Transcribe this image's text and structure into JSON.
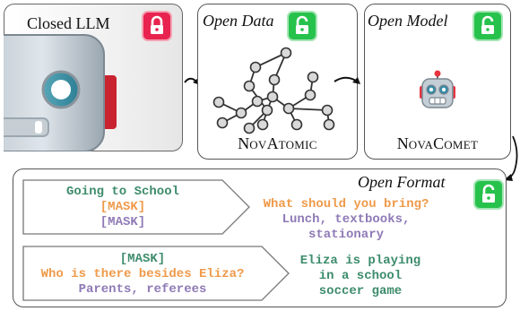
{
  "panels": {
    "closed_llm": {
      "title": "Closed LLM"
    },
    "open_data": {
      "title": "Open Data",
      "name_first": "N",
      "name_mid": "OV",
      "name_big": "A",
      "name_rest": "TOMIC"
    },
    "open_model": {
      "title": "Open Model",
      "name_first": "N",
      "name_mid": "OVA",
      "name_big": "C",
      "name_rest": "OMET"
    },
    "open_format": {
      "title": "Open Format"
    }
  },
  "examples": [
    {
      "inputs": [
        "Going to School",
        "[MASK]",
        "[MASK]"
      ],
      "outputs": [
        "What should you bring?",
        "Lunch, textbooks,",
        "stationary"
      ]
    },
    {
      "inputs": [
        "[MASK]",
        "Who is there besides Eliza?",
        "Parents, referees"
      ],
      "outputs": [
        "Eliza is playing",
        "in a school",
        "soccer game"
      ]
    }
  ],
  "colors": {
    "event": "#3d8c6c",
    "mask": "#ef9a4a",
    "answer": "#8f7ab6",
    "lock_closed": "#e8234f",
    "lock_open": "#27c24c"
  },
  "icons": {
    "closed_lock": "lock-closed-icon",
    "open_lock": "lock-open-icon",
    "robot": "robot-icon",
    "graph": "knowledge-graph-icon"
  }
}
